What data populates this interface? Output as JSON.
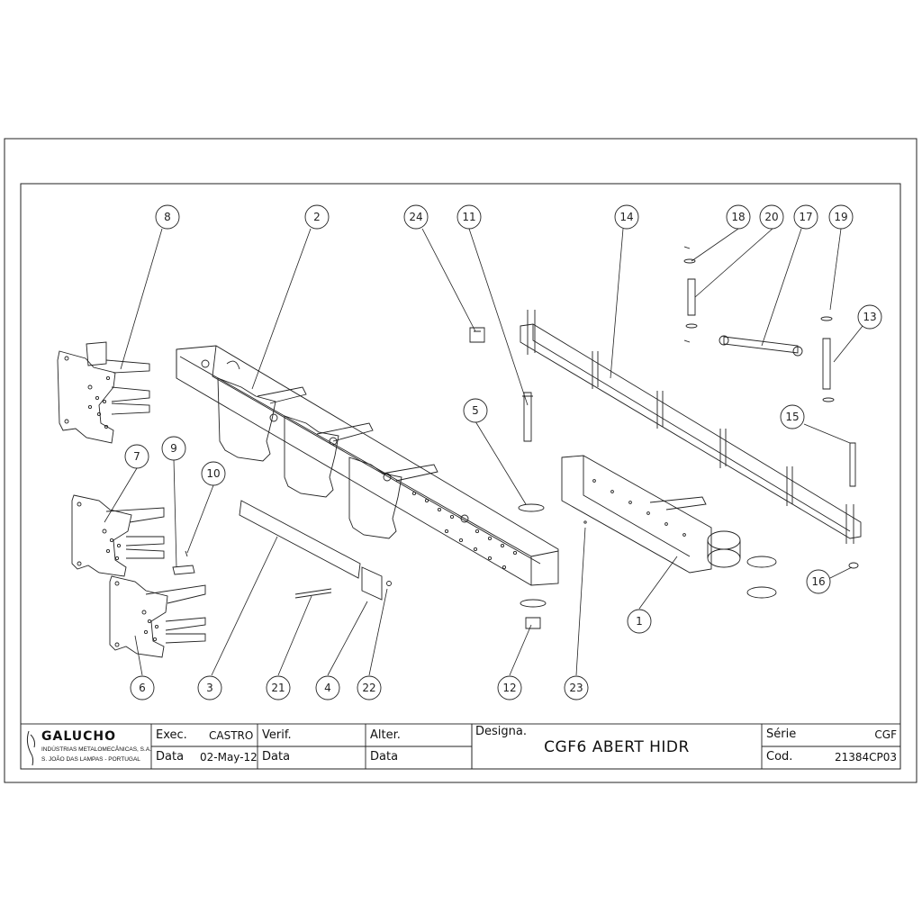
{
  "balloons": [
    {
      "id": "b8",
      "label": "8"
    },
    {
      "id": "b2",
      "label": "2"
    },
    {
      "id": "b24",
      "label": "24"
    },
    {
      "id": "b11",
      "label": "11"
    },
    {
      "id": "b14",
      "label": "14"
    },
    {
      "id": "b18",
      "label": "18"
    },
    {
      "id": "b20",
      "label": "20"
    },
    {
      "id": "b17",
      "label": "17"
    },
    {
      "id": "b19",
      "label": "19"
    },
    {
      "id": "b13",
      "label": "13"
    },
    {
      "id": "b15",
      "label": "15"
    },
    {
      "id": "b5",
      "label": "5"
    },
    {
      "id": "b7",
      "label": "7"
    },
    {
      "id": "b9",
      "label": "9"
    },
    {
      "id": "b10",
      "label": "10"
    },
    {
      "id": "b16",
      "label": "16"
    },
    {
      "id": "b1",
      "label": "1"
    },
    {
      "id": "b6",
      "label": "6"
    },
    {
      "id": "b3",
      "label": "3"
    },
    {
      "id": "b21",
      "label": "21"
    },
    {
      "id": "b4",
      "label": "4"
    },
    {
      "id": "b22",
      "label": "22"
    },
    {
      "id": "b12",
      "label": "12"
    },
    {
      "id": "b23",
      "label": "23"
    }
  ],
  "title_block": {
    "company_name": "GALUCHO",
    "company_sub1": "INDÚSTRIAS METALOMECÂNICAS, S.A.",
    "company_sub2": "S. JOÃO DAS LAMPAS - PORTUGAL",
    "exec_label": "Exec.",
    "exec_value": "CASTRO",
    "verif_label": "Verif.",
    "alter_label": "Alter.",
    "data_label": "Data",
    "data_value": "02-May-12",
    "designa_label": "Designa.",
    "designation": "CGF6 ABERT HIDR",
    "serie_label": "Série",
    "serie_value": "CGF",
    "cod_label": "Cod.",
    "cod_value": "21384CP03"
  }
}
